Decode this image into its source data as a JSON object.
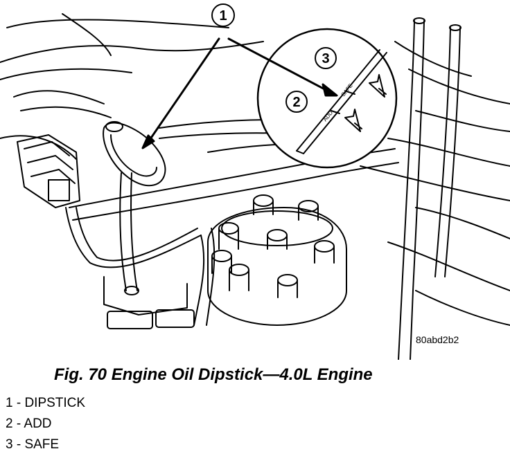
{
  "callouts": {
    "c1": "1",
    "c2": "2",
    "c3": "3"
  },
  "dipstick_marks": {
    "add": "ADD",
    "safe": "SAFE"
  },
  "figure_id": "80abd2b2",
  "caption": "Fig. 70 Engine Oil Dipstick—4.0L Engine",
  "legend": [
    {
      "text": "1 - DIPSTICK"
    },
    {
      "text": "2 - ADD"
    },
    {
      "text": "3 - SAFE"
    }
  ]
}
